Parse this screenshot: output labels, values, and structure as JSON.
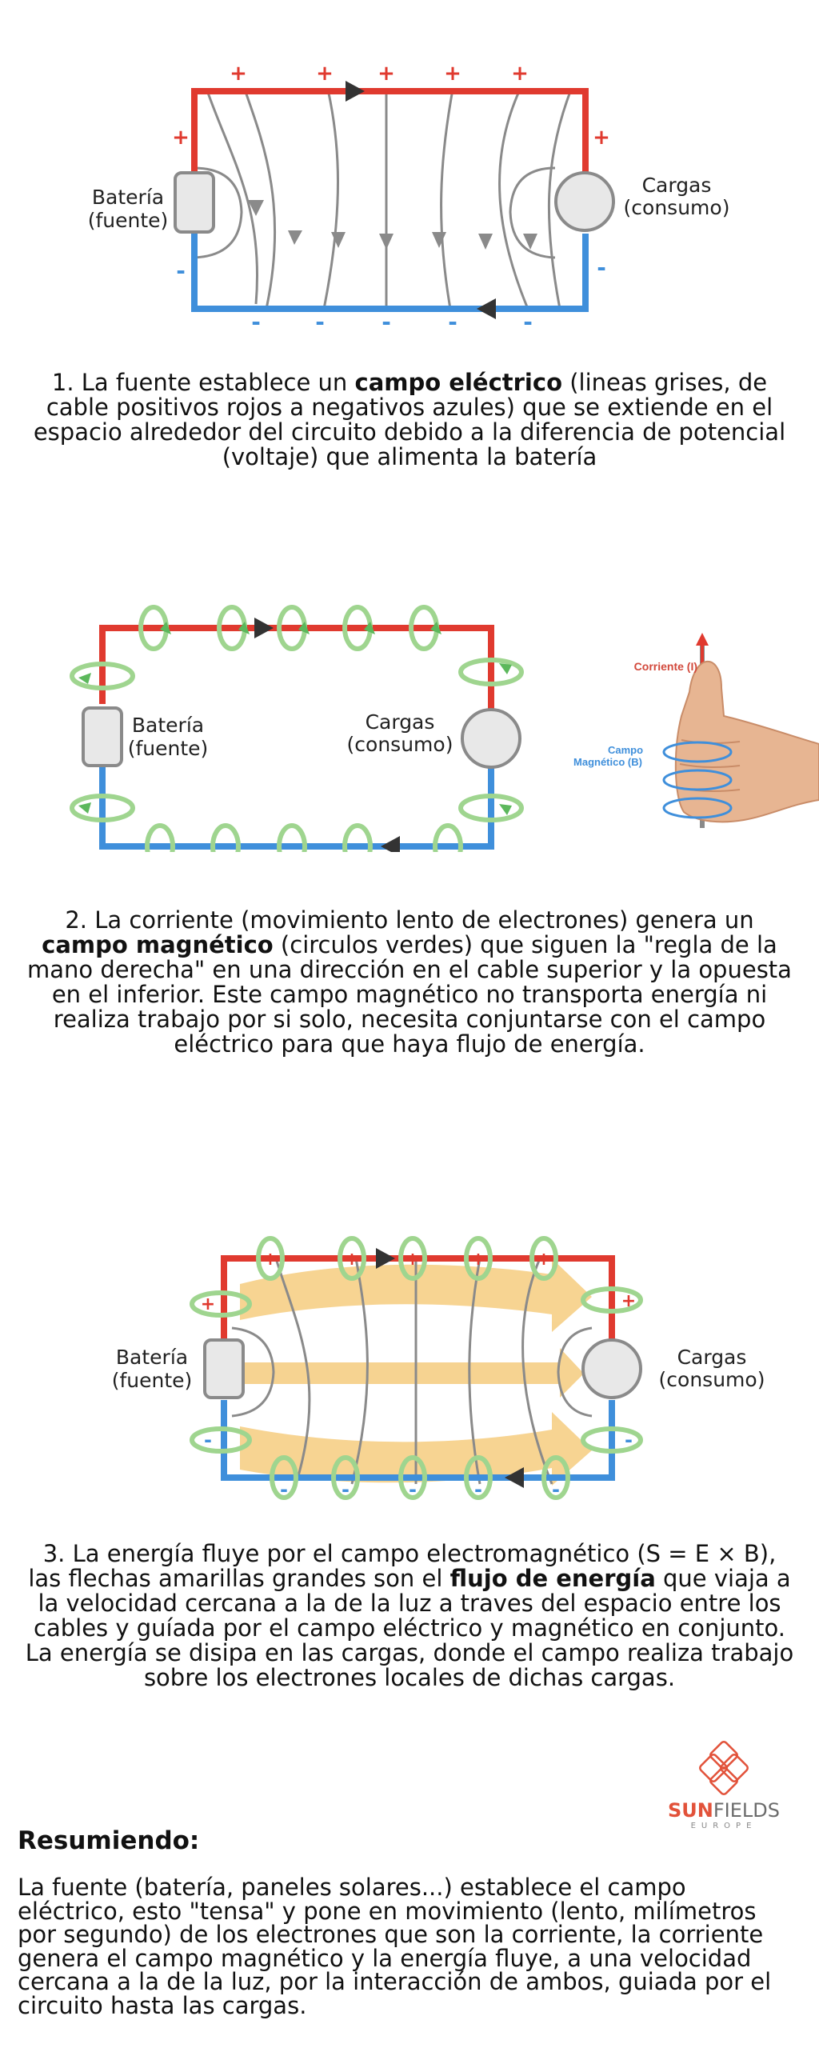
{
  "colors": {
    "positive_wire": "#e03a2f",
    "negative_wire": "#3f8fdb",
    "field_line": "#8a8a8a",
    "magnetic_loop": "#9fd58f",
    "energy_flow": "#f6cf86",
    "logo": "#e2523a"
  },
  "labels": {
    "battery_name": "Batería",
    "battery_role": "(fuente)",
    "load_name": "Cargas",
    "load_role": "(consumo)",
    "plus": "+",
    "minus": "-"
  },
  "hand": {
    "current_label": "Corriente (I)",
    "field_line1": "Campo",
    "field_line2": "Magnético (B)"
  },
  "captions": {
    "step1": {
      "a": "1. La fuente establece un ",
      "bold": "campo eléctrico",
      "b": " (lineas grises, de cable positivos rojos a negativos azules) que se extiende en el espacio alrededor del circuito debido a la diferencia de potencial (voltaje) que alimenta la batería"
    },
    "step2": {
      "a": "2. La corriente (movimiento lento de electrones) genera un ",
      "bold": "campo magnético",
      "b": " (circulos verdes) que siguen la \"regla de la mano derecha\" en una dirección en el cable superior y la opuesta en el inferior. Este campo magnético no transporta energía ni realiza trabajo por si solo, necesita conjuntarse con el campo eléctrico para que haya flujo de energía."
    },
    "step3": {
      "a": "3. La energía fluye por el campo electromagnético (S = E × B), las flechas amarillas grandes son el ",
      "bold": "flujo de energía",
      "b": " que viaja a la velocidad cercana a la de la luz a traves del espacio entre los cables y guíada por el campo eléctrico y magnético en conjunto. La energía se disipa en las cargas, donde el campo realiza trabajo sobre los electrones locales de dichas cargas."
    }
  },
  "summary": {
    "title": "Resumiendo:",
    "body": "La fuente (batería, paneles solares...) establece el campo eléctrico, esto \"tensa\" y pone en movimiento (lento, milímetros por segundo) de los electrones que son la corriente, la corriente genera el campo magnético y la energía fluye, a una velocidad cercana a la de la luz, por la interacción de ambos, guiada por el circuito hasta las cargas."
  },
  "logo": {
    "brand_sun": "SUN",
    "brand_fields": "FIELDS",
    "sub": "EUROPE"
  }
}
